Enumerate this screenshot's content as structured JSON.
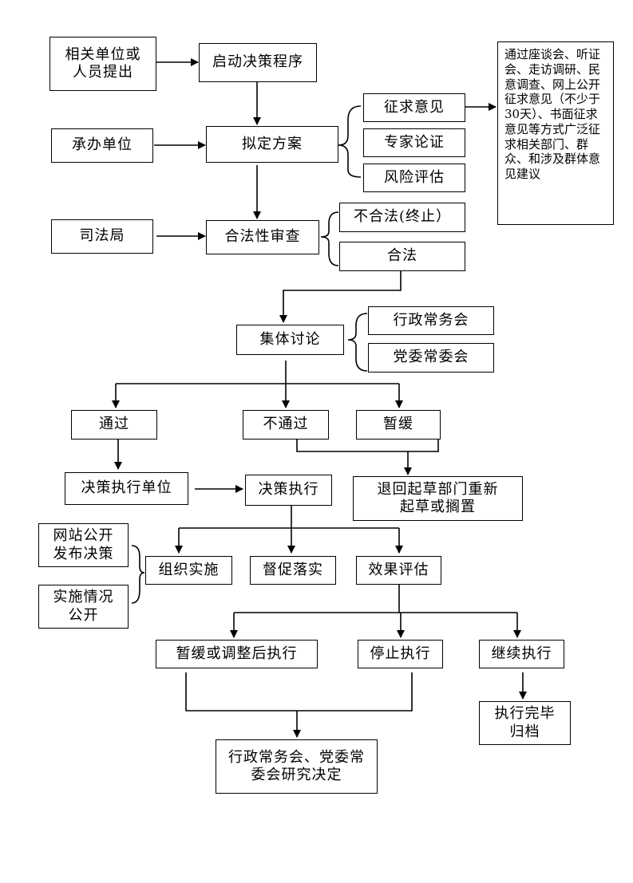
{
  "nodes": {
    "related_units": "相关单位或\n人员提出",
    "start_procedure": "启动决策程序",
    "undertaking_unit": "承办单位",
    "draft_plan": "拟定方案",
    "solicit_opinions": "征求意见",
    "expert_review": "专家论证",
    "risk_assessment": "风险评估",
    "solicit_methods": "通过座谈会、听证会、走访调研、民意调查、网上公开征求意见（不少于30天）、书面征求意见等方式广泛征求相关部门、群众、和涉及群体意见建议",
    "justice_bureau": "司法局",
    "legality_review": "合法性审查",
    "illegal_terminate": "不合法(终止）",
    "legal": "合法",
    "collective_discussion": "集体讨论",
    "executive_meeting": "行政常务会",
    "party_standing_meeting": "党委常委会",
    "passed": "通过",
    "not_passed": "不通过",
    "postponed": "暂缓",
    "executing_unit": "决策执行单位",
    "decision_execution": "决策执行",
    "return_redraft": "退回起草部门重新\n起草或搁置",
    "website_publish": "网站公开\n发布决策",
    "implementation_public": "实施情况\n公开",
    "organize_implementation": "组织实施",
    "supervise": "督促落实",
    "effect_evaluation": "效果评估",
    "postpone_adjust": "暂缓或调整后执行",
    "stop_execution": "停止执行",
    "continue_execution": "继续执行",
    "execution_complete": "执行完毕\n归档",
    "joint_meeting_decision": "行政常务会、党委常\n委会研究决定"
  }
}
